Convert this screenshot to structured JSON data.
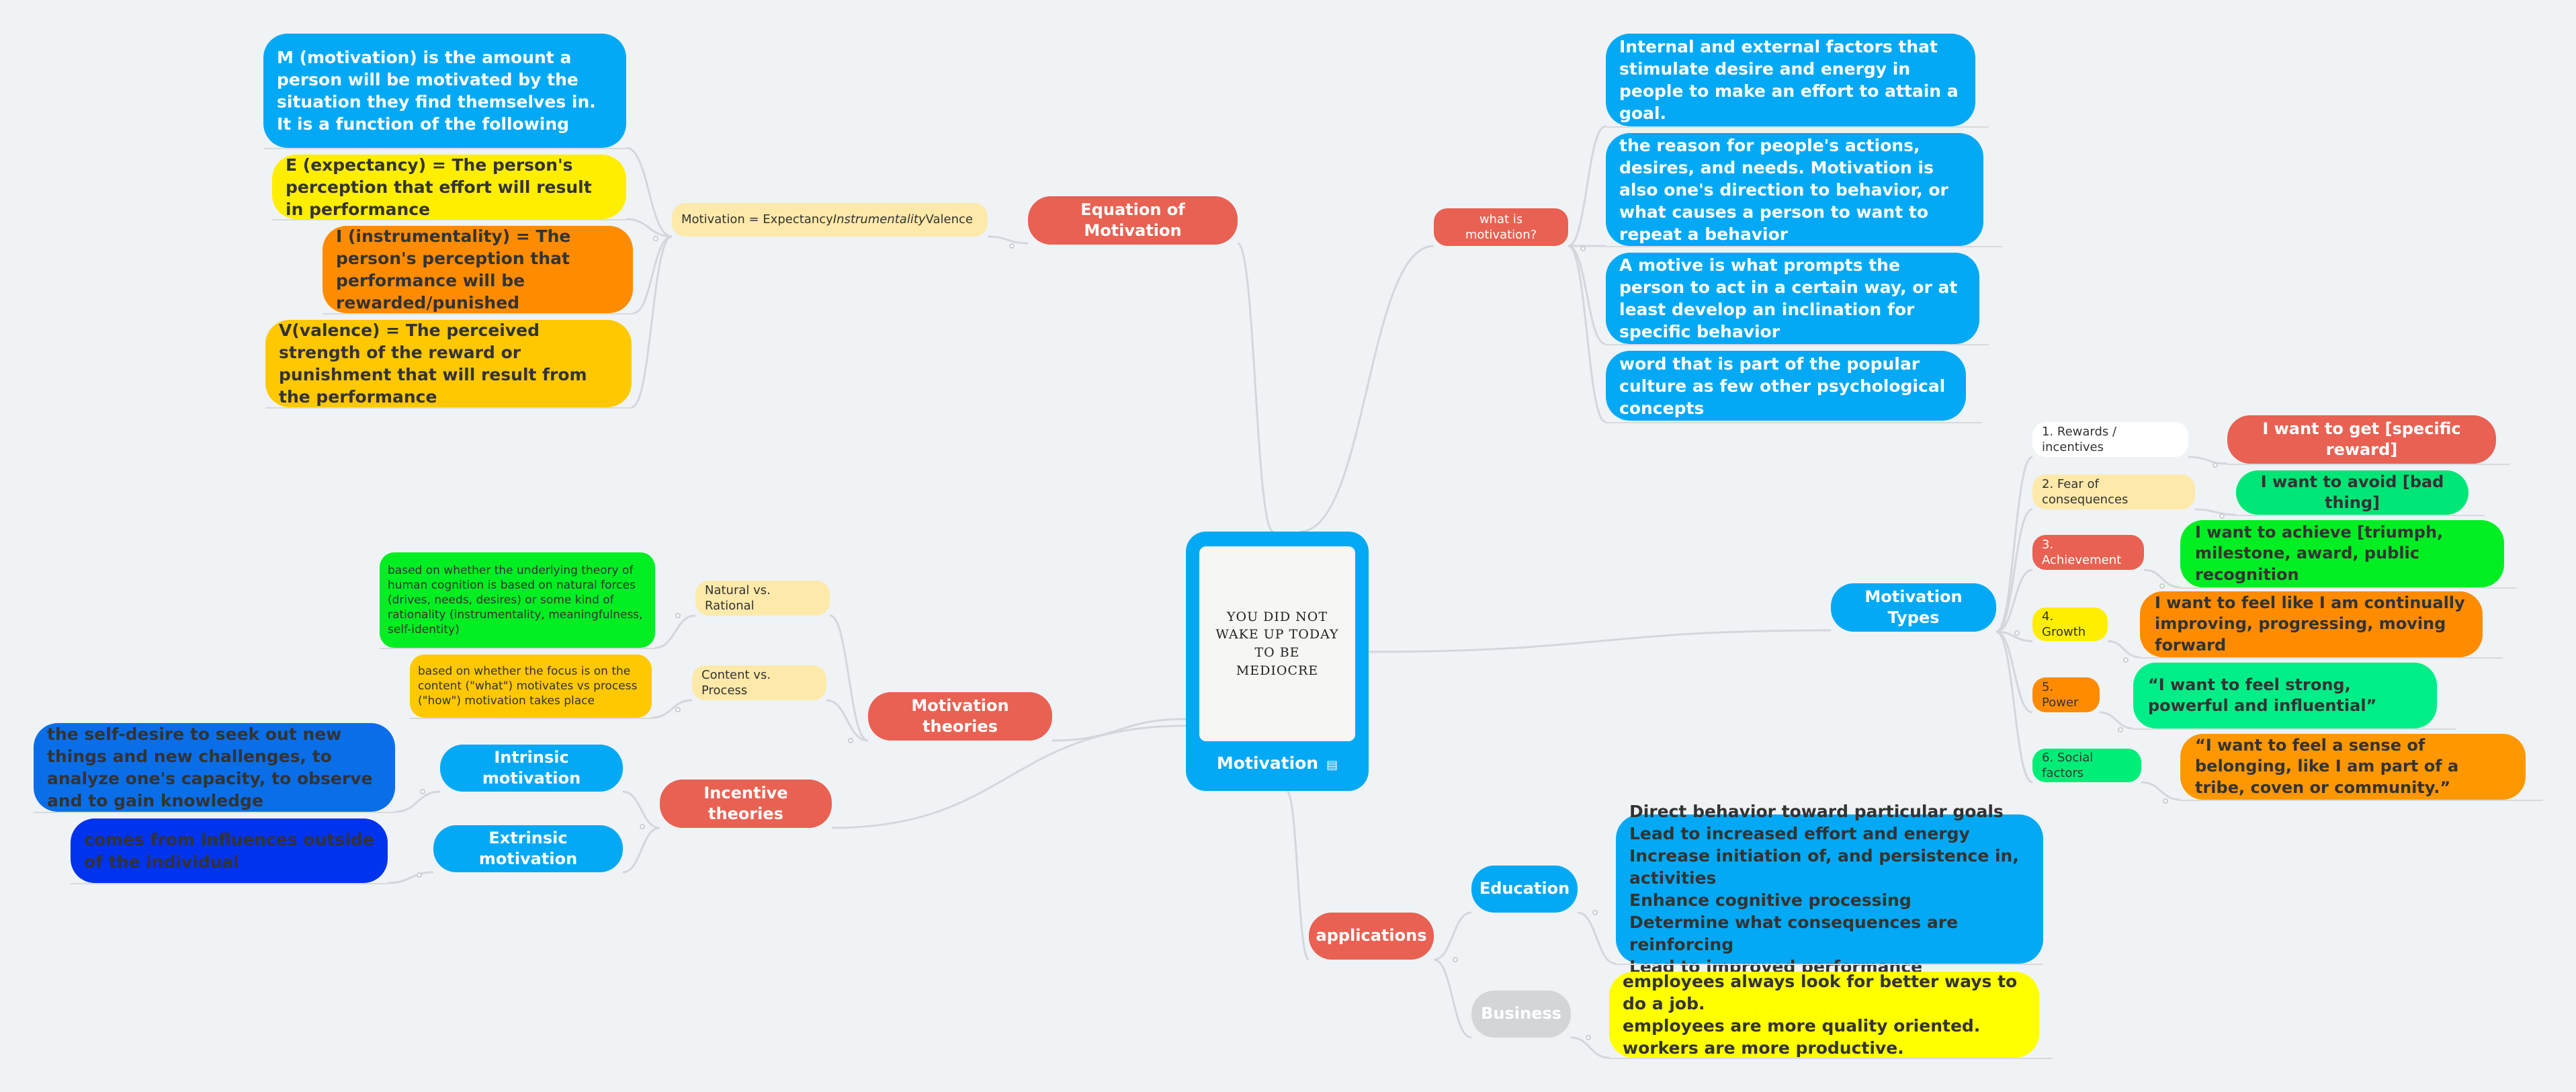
{
  "root": {
    "label": "Motivation",
    "image_text": "YOU DID NOT\nWAKE UP TODAY\nTO BE\nMEDIOCRE",
    "note_icon": "note-icon"
  },
  "branches": {
    "equation": {
      "label": "Equation of Motivation",
      "formula": {
        "a": "Motivation = Expectancy ",
        "b": "Instrumentality",
        "c": " Valence"
      },
      "items": [
        "M (motivation) is the amount a person will be motivated by the situation they find themselves in. It is a function of the following",
        "E (expectancy) = The person's perception that effort will result in performance",
        "I (instrumentality) = The person's perception that performance will be rewarded/punished",
        "V(valence) = The perceived strength of the reward or punishment that will result from the performance"
      ]
    },
    "what": {
      "label": "what is motivation?",
      "items": [
        "Internal and external factors that stimulate desire and energy in people to make an effort to attain a goal.",
        "the reason for people's actions, desires, and needs. Motivation is also one's direction to behavior, or what causes a person to want to repeat a behavior",
        "A motive is what prompts the person to act in a certain way, or at least develop an inclination for specific behavior",
        "word that is part of the popular culture as few other psychological concepts"
      ]
    },
    "types": {
      "label": "Motivation Types",
      "items": [
        {
          "label": "1. Rewards / incentives",
          "detail": "I want to get [specific reward]"
        },
        {
          "label": "2. Fear of consequences",
          "detail": "I want to avoid [bad thing]"
        },
        {
          "label": "3. Achievement",
          "detail": "I want to achieve [triumph, milestone, award, public recognition"
        },
        {
          "label": "4. Growth",
          "detail": "I want to feel like I am continually improving, progressing, moving forward"
        },
        {
          "label": "5. Power",
          "detail": "“I want to feel strong, powerful and influential”"
        },
        {
          "label": "6. Social factors",
          "detail": "“I want to feel a sense of belonging, like I am part of a tribe, coven or community.”"
        }
      ]
    },
    "theories": {
      "label": "Motivation theories",
      "natural": {
        "label": "Natural vs. Rational",
        "detail": "based on whether the underlying theory of human cognition is based on natural forces (drives, needs, desires) or some kind of rationality (instrumentality, meaningfulness, self-identity)"
      },
      "content": {
        "label": "Content vs. Process",
        "detail": "based on whether the focus is on the content (\"what\") motivates vs process (\"how\") motivation takes place"
      }
    },
    "incentive": {
      "label": "Incentive theories",
      "intrinsic": {
        "label": "Intrinsic motivation",
        "detail": "the self-desire to seek out new things and new challenges, to analyze one's capacity, to observe and to gain knowledge"
      },
      "extrinsic": {
        "label": "Extrinsic motivation",
        "detail": "comes from influences outside of the individual"
      }
    },
    "applications": {
      "label": "applications",
      "education": {
        "label": "Education",
        "detail": "Direct behavior toward particular goals\nLead to increased effort and energy\nIncrease initiation of, and persistence in, activities\nEnhance cognitive processing\nDetermine what consequences are reinforcing\nLead to improved performance"
      },
      "business": {
        "label": "Business",
        "detail": "employees always look for better ways to do a job.\nemployees are more quality oriented.\nworkers are more productive."
      }
    }
  },
  "colors": {
    "background": "#eff3f6",
    "blue": "#03a9f4",
    "red": "#e96152",
    "yellow": "#ffee00",
    "orange": "#ff8c00",
    "amber": "#ffc800",
    "green": "#00e676",
    "lime": "#00ee22",
    "deep_blue": "#0a6ee8",
    "indigo": "#0033ee",
    "pale_yellow": "#fde9a9",
    "grey": "#d3d6d9",
    "connector": "#c9cdd1"
  }
}
